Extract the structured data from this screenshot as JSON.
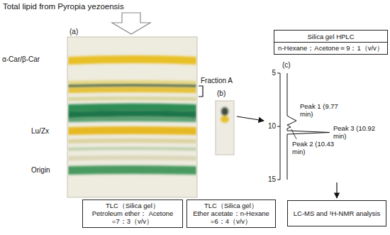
{
  "diagram": {
    "title": "Total lipid from Pyropia yezoensis",
    "nodes": [
      {
        "text": [
          "TLC（Silica gel）",
          "Petroleum ether： Acetone =7：3（v/v）"
        ]
      },
      {
        "text": [
          "TLC（Silica gel）",
          "Ether acetate：n-Hexane =6：4（v/v）"
        ]
      },
      {
        "text": [
          "Silica gel HPLC",
          "n-Hexane：Acetone＝9：1（v/v）"
        ]
      },
      {
        "text": [
          "LC-MS and ¹H-NMR analysis"
        ]
      }
    ],
    "labels": [
      "(a)",
      "α-Car/β-Car",
      "Fraction A",
      "Lu/Zx",
      "Origin",
      "(b)",
      "(c)",
      "5",
      "10",
      "15",
      "Peak 1 (9.77 min)",
      "Peak 2 (10.43 min)",
      "Peak 3 (10.92 min)"
    ]
  }
}
